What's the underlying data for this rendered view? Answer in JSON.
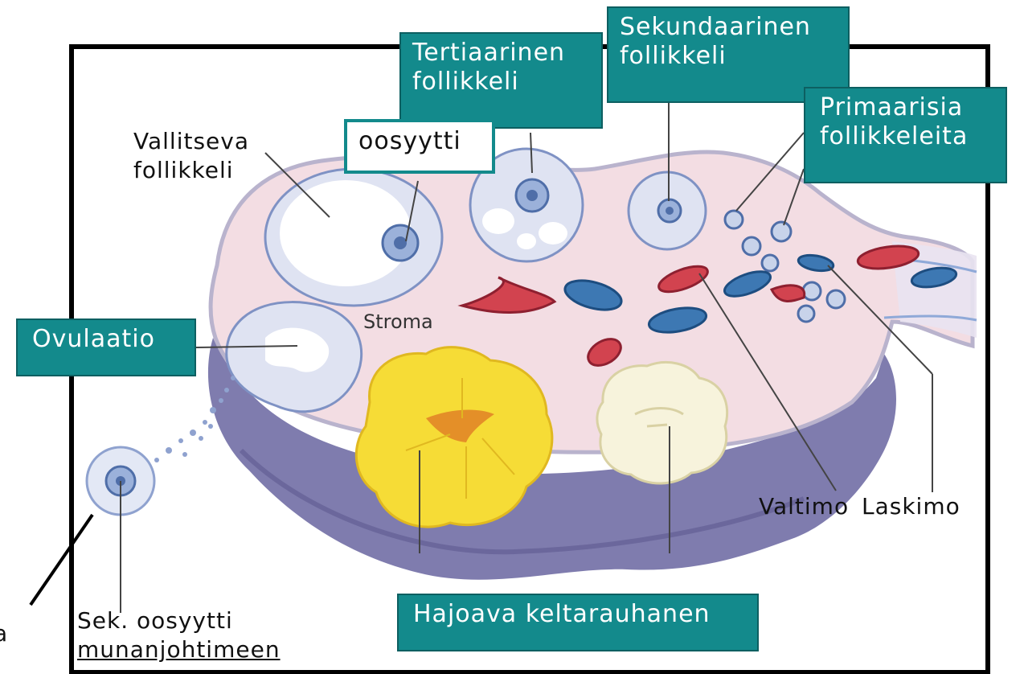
{
  "labels": {
    "tertiaarinen": [
      "Tertiaarinen",
      "follikkeli"
    ],
    "sekundaarinen": [
      "Sekundaarinen",
      "follikkeli"
    ],
    "primaarisia": [
      "Primaarisia",
      "follikkeleita"
    ],
    "vallitseva": [
      "Vallitseva",
      "follikkeli"
    ],
    "oosyytti": "oosyytti",
    "ovulaatio": "Ovulaatio",
    "stroma": "Stroma",
    "valtimo": "Valtimo",
    "laskimo": "Laskimo",
    "hajoava": "Hajoava keltarauhanen",
    "sek_oosyytti": [
      "Sek. oosyytti",
      "munanjohtimeen"
    ],
    "edge_fragment": "a"
  },
  "colors": {
    "teal": "#138a8c",
    "ovary_body": "#f3dde3",
    "ovary_base": "#7f7cae",
    "follicle_dots": "#6f86b8",
    "artery": "#d2434f",
    "vein": "#3d78b3",
    "corpus_luteum": "#f6dc36",
    "corpus_albicans": "#f7f3dc"
  }
}
